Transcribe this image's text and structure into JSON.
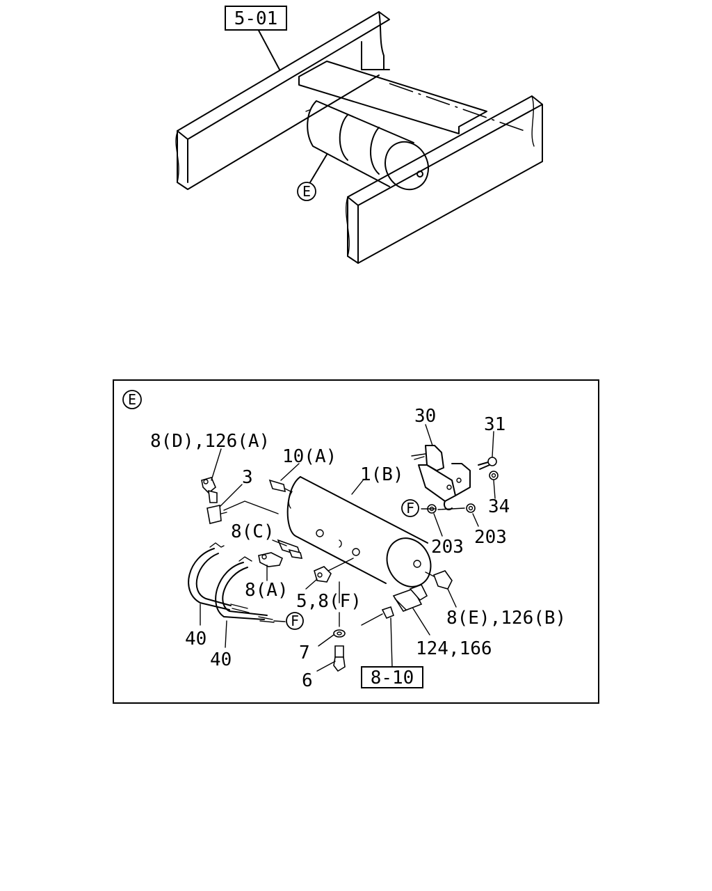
{
  "top_view": {
    "ref_box": "5-01",
    "callout": "E"
  },
  "detail_view": {
    "frame_callout": "E",
    "ref_box": "8-10",
    "labels": {
      "p_8d_126a": "8(D),126(A)",
      "p_3": "3",
      "p_10a": "10(A)",
      "p_1b": "1(B)",
      "p_30": "30",
      "p_31": "31",
      "p_34": "34",
      "p_203a": "203",
      "p_203b": "203",
      "p_8c": "8(C)",
      "p_8a": "8(A)",
      "p_5_8f": "5,8(F)",
      "p_8e_126b": "8(E),126(B)",
      "p_124_166": "124,166",
      "p_40a": "40",
      "p_40b": "40",
      "p_7": "7",
      "p_6": "6"
    },
    "marker_f_1": "F",
    "marker_f_2": "F"
  }
}
